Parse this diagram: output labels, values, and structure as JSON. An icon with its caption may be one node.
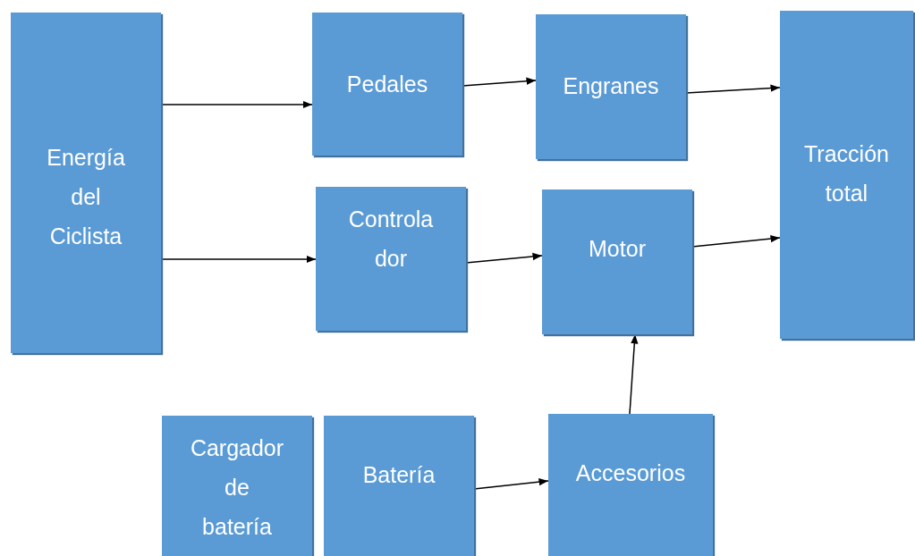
{
  "diagram": {
    "nodes": [
      {
        "text": [
          "Energía del Ciclista"
        ]
      },
      {
        "text": [
          "Pedales"
        ]
      },
      {
        "text": [
          "Engranes"
        ]
      },
      {
        "text": [
          "Tracción total"
        ]
      },
      {
        "text": [
          "Controla dor"
        ]
      },
      {
        "text": [
          "Motor"
        ]
      },
      {
        "text": [
          "Cargador de batería"
        ]
      },
      {
        "text": [
          "Batería"
        ]
      },
      {
        "text": [
          "Accesorios"
        ]
      }
    ],
    "edges": [
      {
        "from": 0,
        "to": 1,
        "arrow": "to"
      },
      {
        "from": 0,
        "to": 4,
        "arrow": "to"
      },
      {
        "from": 1,
        "to": 2,
        "arrow": "to"
      },
      {
        "from": 2,
        "to": 3,
        "arrow": "to"
      },
      {
        "from": 4,
        "to": 5,
        "arrow": "to"
      },
      {
        "from": 5,
        "to": 3,
        "arrow": "to"
      },
      {
        "from": 7,
        "to": 8,
        "arrow": "to"
      },
      {
        "from": 8,
        "to": 5,
        "arrow": "to"
      }
    ]
  }
}
